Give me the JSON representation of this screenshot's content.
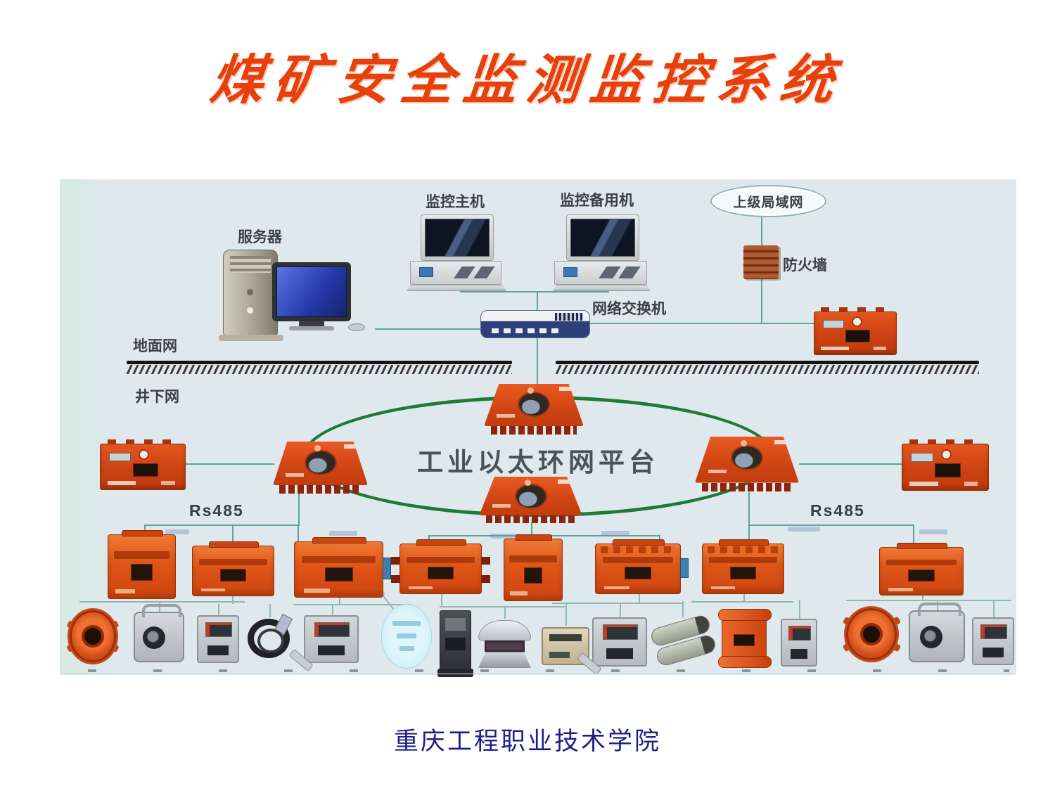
{
  "title": {
    "text": "煤矿安全监测监控系统",
    "color": "#e8400a"
  },
  "footer": {
    "text": "重庆工程职业技术学院",
    "color": "#1c1f8a"
  },
  "diagram": {
    "background": "#dfe8ec",
    "labels": {
      "monitor_host": "监控主机",
      "monitor_backup": "监控备用机",
      "upper_lan": "上级局域网",
      "firewall": "防火墙",
      "server": "服务器",
      "network_switch": "网络交换机",
      "surface_network": "地面网",
      "underground_network": "井下网",
      "ring_platform": "工业以太环网平台",
      "rs485_left": "Rs485",
      "rs485_right": "Rs485"
    },
    "colors": {
      "ring_green": "#1e7a39",
      "device_orange": "#d94a1f",
      "wire_teal": "#5ca49c",
      "ground_black": "#141414"
    },
    "icons": {
      "monitor_host_computer": "desktop-computer",
      "monitor_backup_computer": "desktop-computer",
      "server": "tower-server-with-monitor",
      "upper_lan_cloud": "ellipse-cloud",
      "firewall": "brick-stack",
      "network_switch": "switch-box",
      "ring_switch": "trapezoid-mine-switch",
      "substation": "orange-substation-box",
      "sensor": "mine-sensor"
    }
  }
}
